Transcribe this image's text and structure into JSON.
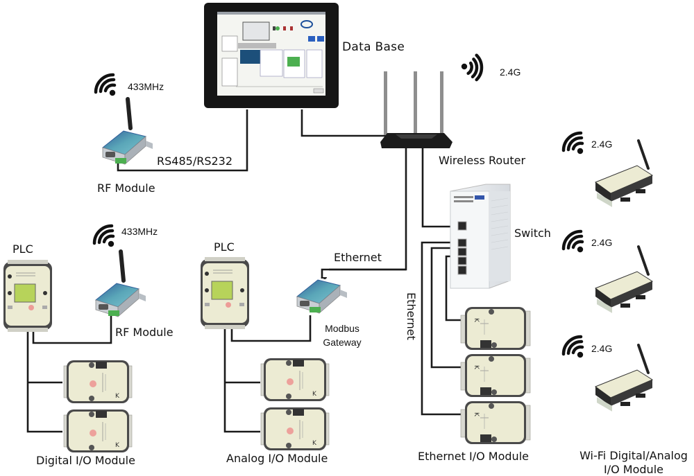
{
  "diagram": {
    "title": "Industrial I/O Network Topology",
    "nodes": {
      "database": {
        "label": "Data Base",
        "type": "touch-panel-monitor"
      },
      "router": {
        "label": "Wireless Router",
        "band": "2.4G"
      },
      "switch": {
        "label": "Switch",
        "ports": 5
      },
      "rf_module_top": {
        "label": "RF Module",
        "band": "433MHz"
      },
      "rf_module_plc": {
        "label": "RF Module",
        "band": "433MHz"
      },
      "plc_left": {
        "label": "PLC"
      },
      "plc_mid": {
        "label": "PLC"
      },
      "modbus_gateway": {
        "label_line1": "Modbus",
        "label_line2": "Gateway"
      },
      "digital_io": {
        "label": "Digital I/O Module",
        "count": 2
      },
      "analog_io": {
        "label": "Analog I/O Module",
        "count": 2
      },
      "ethernet_io": {
        "label": "Ethernet I/O Module",
        "count": 3
      },
      "wifi_io": {
        "label_line1": "Wi-Fi Digital/Analog",
        "label_line2": "I/O Module",
        "count": 3,
        "band": "2.4G"
      }
    },
    "links": {
      "rs485": "RS485/RS232",
      "ethernet_h": "Ethernet",
      "ethernet_v": "Ethernet"
    },
    "wifi_labels": {
      "router": "2.4G",
      "rf_top": "433MHz",
      "rf_plc": "433MHz",
      "wifi1": "2.4G",
      "wifi2": "2.4G",
      "wifi3": "2.4G"
    },
    "colors": {
      "line": "#1a1a1a",
      "module_body": "#ecebd3",
      "module_frame": "#4a4a4a",
      "lcd": "#b7d35a",
      "rf_teal": "#5aa6b8",
      "rf_blue": "#2f5d99",
      "terminal_green": "#4caf50",
      "router_black": "#1b1b1b",
      "switch_body": "#e9ecef"
    }
  }
}
